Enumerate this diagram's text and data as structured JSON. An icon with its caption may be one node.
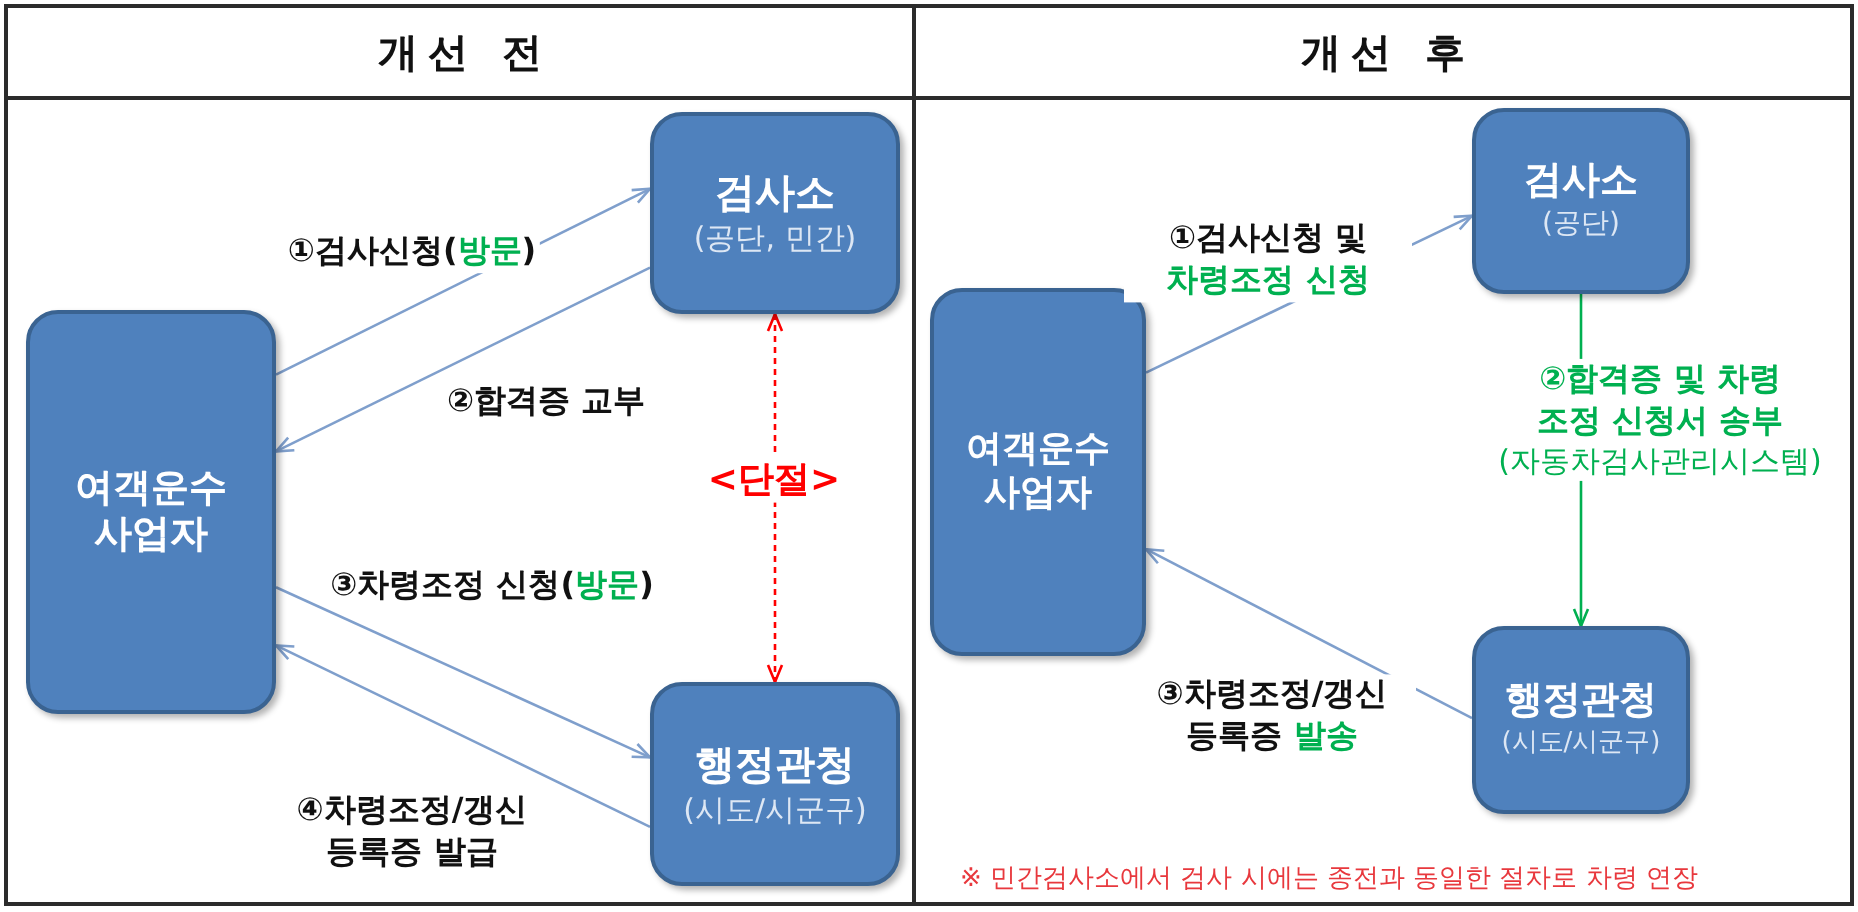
{
  "diagram": {
    "nodes": [
      {
        "text": [
          "개선 전"
        ]
      },
      {
        "text": [
          "여객운수 사업자"
        ],
        "in": 0
      },
      {
        "text": [
          "검사소",
          "(공단, 민간)"
        ],
        "in": 0
      },
      {
        "text": [
          "행정관청",
          "(시도/시군구)"
        ],
        "in": 0
      },
      {
        "text": [
          "개선 후"
        ]
      },
      {
        "text": [
          "여객운수 사업자"
        ],
        "in": 4
      },
      {
        "text": [
          "검사소",
          "(공단)"
        ],
        "in": 4
      },
      {
        "text": [
          "행정관청",
          "(시도/시군구)"
        ],
        "in": 4
      }
    ],
    "edges": [
      {
        "from": 1,
        "to": 2,
        "arrow": "to",
        "label": "①검사신청(*방문*)"
      },
      {
        "from": 2,
        "to": 1,
        "arrow": "to",
        "label": "②합격증 교부"
      },
      {
        "from": 1,
        "to": 3,
        "arrow": "to",
        "label": "③차령조정 신청(*방문*)"
      },
      {
        "from": 3,
        "to": 1,
        "arrow": "to",
        "label": "④차령조정/갱신 등록증 발급"
      },
      {
        "from": 2,
        "to": 3,
        "arrow": "both",
        "label": "<단절>",
        "style": "dashed",
        "color": "#ff0000"
      },
      {
        "from": 5,
        "to": 6,
        "arrow": "to",
        "label": "①검사신청 및 *차령조정 신청*"
      },
      {
        "from": 6,
        "to": 7,
        "arrow": "to",
        "label": "**②합격증 및 차령 조정 신청서 송부** (자동차검사관리시스템)",
        "color": "#00b050"
      },
      {
        "from": 7,
        "to": 5,
        "arrow": "to",
        "label": "③차령조정/갱신 등록증 *발송*"
      }
    ],
    "labels": [
      "※ 민간검사소에서 검사 시에는 종전과 동일한 절차로 차령 연장"
    ]
  }
}
